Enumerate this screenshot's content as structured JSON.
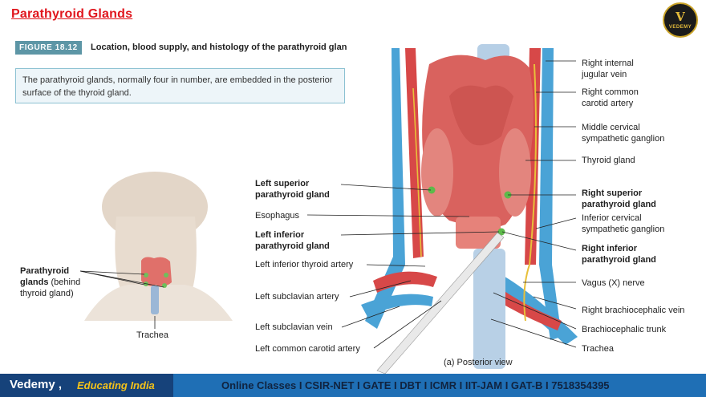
{
  "header": {
    "title": "Parathyroid Glands"
  },
  "logo": {
    "letter": "V",
    "wordmark": "VEDEMY"
  },
  "figure": {
    "number": "FIGURE 18.12",
    "caption": "Location, blood supply, and histology of the parathyroid glan"
  },
  "intro_text": "The parathyroid glands, normally four in number, are embedded in the posterior surface of the thyroid gland.",
  "neck_figure": {
    "label_line1": "Parathyroid",
    "label_line2_bold": "glands",
    "label_line2_rest": "(behind",
    "label_line3": "thyroid gland)",
    "trachea": "Trachea"
  },
  "labels_left": {
    "left_superior_1": "Left superior",
    "left_superior_2": "parathyroid gland",
    "esophagus": "Esophagus",
    "left_inferior_1": "Left inferior",
    "left_inferior_2": "parathyroid gland",
    "left_inf_thyroid_artery": "Left inferior thyroid artery",
    "left_subclavian_artery": "Left subclavian artery",
    "left_subclavian_vein": "Left subclavian vein",
    "left_common_carotid": "Left common carotid artery"
  },
  "labels_right": {
    "right_int_jugular_1": "Right internal",
    "right_int_jugular_2": "jugular vein",
    "right_common_carotid_1": "Right common",
    "right_common_carotid_2": "carotid artery",
    "middle_cervical_1": "Middle cervical",
    "middle_cervical_2": "sympathetic ganglion",
    "thyroid_gland": "Thyroid gland",
    "right_superior_1": "Right superior",
    "right_superior_2": "parathyroid gland",
    "inferior_cervical_1": "Inferior cervical",
    "inferior_cervical_2": "sympathetic ganglion",
    "right_inferior_1": "Right inferior",
    "right_inferior_2": "parathyroid gland",
    "vagus": "Vagus (X) nerve",
    "right_brachiocephalic_vein": "Right brachiocephalic vein",
    "brachiocephalic_trunk": "Brachiocephalic trunk",
    "trachea": "Trachea"
  },
  "view_caption": "(a) Posterior view",
  "footer": {
    "brand": "Vedemy ,",
    "tagline": "Educating India",
    "classes": "Online Classes I CSIR-NET I GATE I DBT I ICMR I IIT-JAM I GAT-B I 7518354395"
  },
  "colors": {
    "title_red": "#e0161d",
    "figure_tag": "#5d96a6",
    "footer_dark": "#16427a",
    "footer_blue": "#1f6fb5",
    "tagline_yellow": "#f4c21a"
  }
}
